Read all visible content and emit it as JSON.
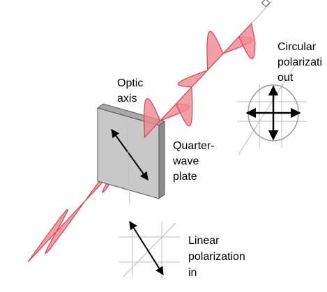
{
  "labels": {
    "optic_axis": [
      "Optic",
      "axis"
    ],
    "plate": [
      "Quarter-",
      "wave",
      "plate"
    ],
    "linear_in": [
      "Linear",
      "polarization",
      "in"
    ],
    "circular_out": [
      "Circular",
      "polarizati",
      "out"
    ]
  },
  "colors": {
    "wave_fill": "#f08a94",
    "wave_stroke": "#e0404f",
    "plate_front": "#c8c8c8",
    "plate_edge": "#8c8c8c",
    "guide": "#bdbdbd"
  },
  "icons": {
    "linear_arrow": "double-headed-arrow-diagonal",
    "circular_arrows": "double-headed-arrows-cross"
  }
}
